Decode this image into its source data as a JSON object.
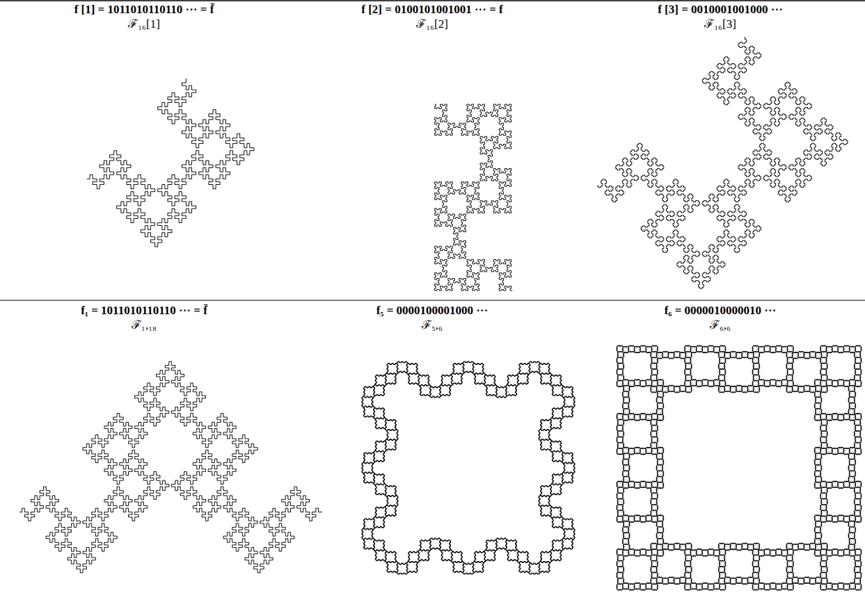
{
  "diagram": {
    "labels": [
      "f [1] = 1011010110110 ··· = f̄",
      "ℱ₁₆[1]",
      "f [2] = 0100101001001 ··· = f",
      "ℱ₁₆[2]",
      "f [3] = 0010001001000 ···",
      "ℱ₁₆[3]",
      "f₁ = 1011010110110 ··· = f̄",
      "ℱ₁,₁₈",
      "f₅ = 0000100001000 ···",
      "ℱ₅,₆",
      "f₆ = 0000010000010 ···",
      "ℱ₆,₆"
    ]
  }
}
